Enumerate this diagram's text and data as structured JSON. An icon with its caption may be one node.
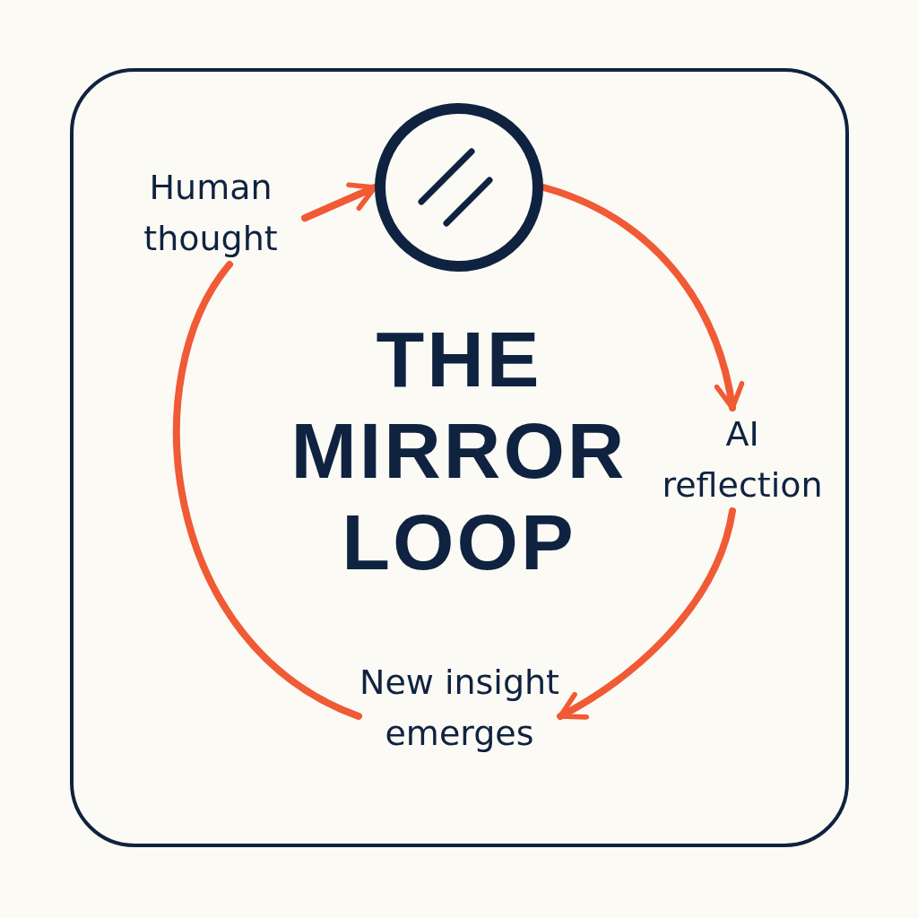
{
  "diagram": {
    "title": "THE MIRROR LOOP",
    "nodes": [
      {
        "text": [
          "Human thought"
        ]
      },
      {
        "text": [],
        "shape": "circle"
      },
      {
        "text": [
          "AI reflection"
        ]
      },
      {
        "text": [
          "New insight emerges"
        ]
      }
    ],
    "edges": [
      {
        "from": 0,
        "to": 1,
        "arrow": "to"
      },
      {
        "from": 1,
        "to": 2,
        "arrow": "to"
      },
      {
        "from": 2,
        "to": 3,
        "arrow": "to"
      },
      {
        "from": 3,
        "to": 0,
        "arrow": "none"
      }
    ]
  }
}
